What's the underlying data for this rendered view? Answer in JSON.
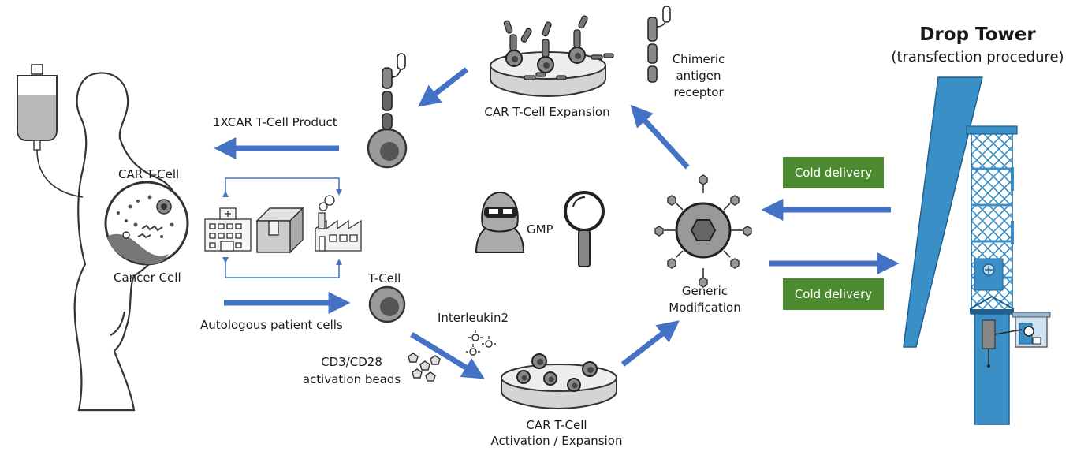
{
  "tower": {
    "title": "Drop Tower",
    "subtitle": "(transfection procedure)"
  },
  "labels": {
    "car_t_cell": "CAR T-Cell",
    "cancer_cell": "Cancer Cell",
    "product": "1XCAR T-Cell Product",
    "autologous": "Autologous patient cells",
    "t_cell": "T-Cell",
    "interleukin": "Interleukin2",
    "beads_line1": "CD3/CD28",
    "beads_line2": "activation beads",
    "activation_line1": "CAR T-Cell",
    "activation_line2": "Activation / Expansion",
    "gmp": "GMP",
    "generic_line1": "Generic",
    "generic_line2": "Modification",
    "expansion": "CAR T-Cell Expansion",
    "receptor_line1": "Chimeric",
    "receptor_line2": "antigen",
    "receptor_line3": "receptor"
  },
  "badges": {
    "delivery_top": "Cold delivery",
    "delivery_bottom": "Cold delivery"
  },
  "colors": {
    "arrow": "#4472c4",
    "badge": "#4b8a2f",
    "tower": "#3a8fc7",
    "cell_gray": "#9a9a9a"
  }
}
